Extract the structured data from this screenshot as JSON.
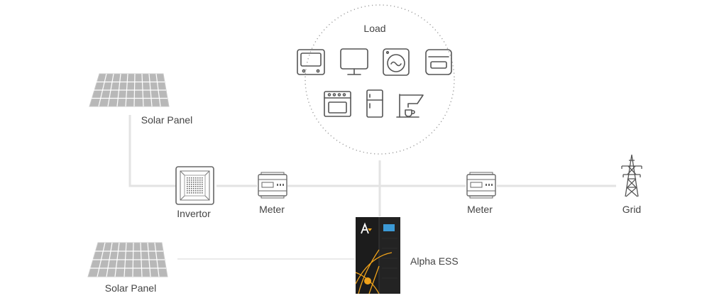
{
  "load_label": "Load",
  "solar_panel_top_label": "Solar Panel",
  "solar_panel_bottom_label": "Solar Panel",
  "invertor_label": "Invertor",
  "meter_left_label": "Meter",
  "meter_right_label": "Meter",
  "grid_label": "Grid",
  "ess_label": "Alpha ESS",
  "load_appliances": [
    "tv-icon",
    "monitor-icon",
    "washing-machine-icon",
    "microwave-icon",
    "oven-icon",
    "refrigerator-icon",
    "coffee-machine-icon"
  ],
  "colors": {
    "line": "#e3e3e3",
    "icon_stroke": "#555555",
    "panel": "#b8b8b8",
    "ess_body": "#1c1c1c",
    "ess_accent": "#f0a21a",
    "ess_screen": "#3c9ad6"
  }
}
